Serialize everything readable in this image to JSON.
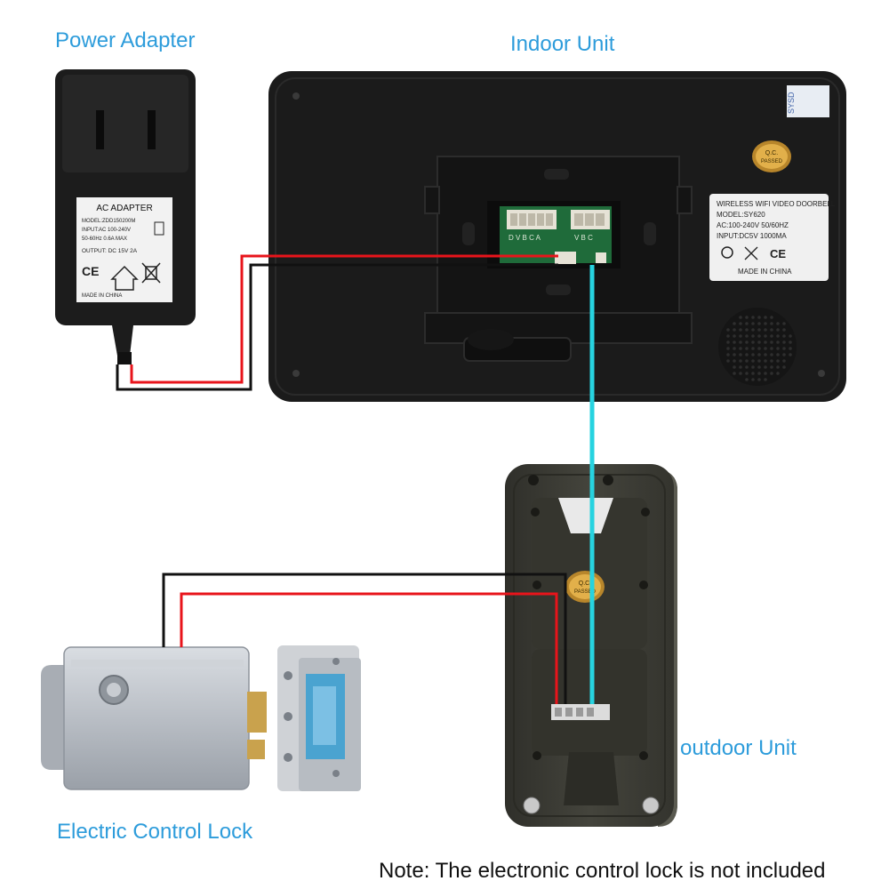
{
  "labels": {
    "power_adapter": "Power Adapter",
    "indoor_unit": "Indoor Unit",
    "outdoor_unit": "outdoor Unit",
    "electric_lock": "Electric Control Lock"
  },
  "note": "Note:  The electronic control lock is not included",
  "adapter_label": {
    "title": "AC ADAPTER",
    "model": "MODEL:ZDD150200M",
    "input": "INPUT:AC 100-240V",
    "freq": "50-60Hz 0.6A MAX",
    "output": "OUTPUT: DC 15V 2A",
    "made_in": "MADE IN CHINA"
  },
  "indoor_label": {
    "line1": "WIRELESS WIFI VIDEO DOORBELL",
    "line2": "MODEL:SY620",
    "line3": "AC:100-240V 50/60HZ",
    "line4": "INPUT:DC5V 1000MA",
    "line5": "MADE IN CHINA",
    "ce": "CE"
  },
  "connector_pins_left": "D V B C A",
  "connector_pins_right": "V B C",
  "qc_badge": {
    "top": "Q.C.",
    "bottom": "PASSED"
  },
  "sticker_text": "SYSD",
  "colors": {
    "label_blue": "#2d9cdb",
    "wire_red": "#e8141b",
    "wire_black": "#111111",
    "wire_cyan": "#27d3e0",
    "device_black": "#1b1b1b",
    "outdoor_body": "#3e3e36"
  }
}
